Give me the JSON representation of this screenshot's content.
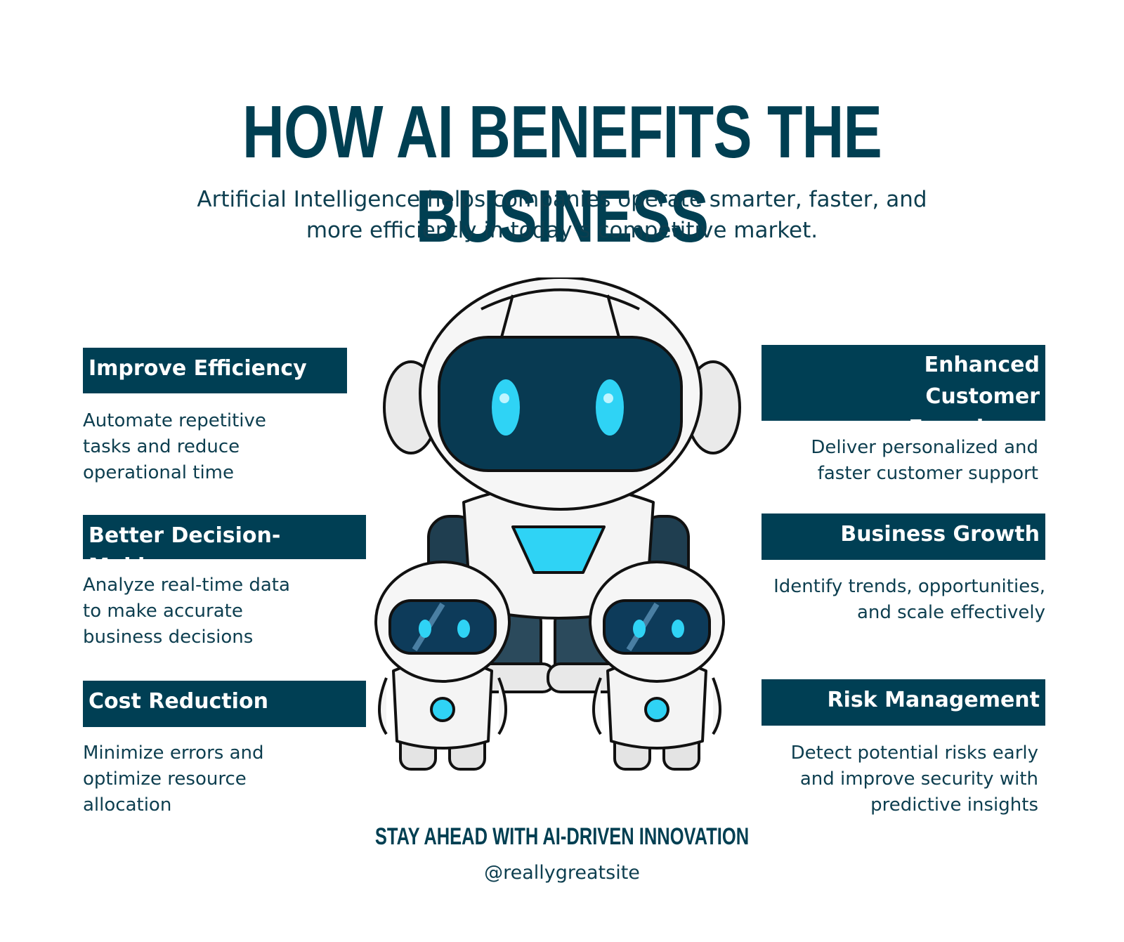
{
  "title": "HOW AI BENEFITS THE BUSINESS",
  "subtitle": "Artificial Intelligence helps companies operate smarter, faster, and more efficiently in today’s competitive market.",
  "benefits_left": [
    {
      "heading": "Improve Efficiency",
      "body": "Automate repetitive\ntasks and reduce\noperational time"
    },
    {
      "heading": "Better Decision-Making",
      "body": "Analyze real-time data\nto make accurate\nbusiness decisions"
    },
    {
      "heading": "Cost Reduction",
      "body": "Minimize errors and\noptimize resource\nallocation"
    }
  ],
  "benefits_right": [
    {
      "heading": "Enhanced Customer Experience",
      "body": "Deliver personalized and\nfaster customer support"
    },
    {
      "heading": "Business Growth",
      "body": "Identify trends, opportunities,\nand scale effectively"
    },
    {
      "heading": "Risk Management",
      "body": "Detect potential risks early\nand improve security with\npredictive insights"
    }
  ],
  "tagline": "STAY AHEAD WITH AI-DRIVEN INNOVATION",
  "handle": "@reallygreatsite",
  "colors": {
    "primary": "#003f54",
    "accent": "#2fd3f5",
    "text": "#0d3e4f"
  },
  "illustration": "robot-family-icon"
}
